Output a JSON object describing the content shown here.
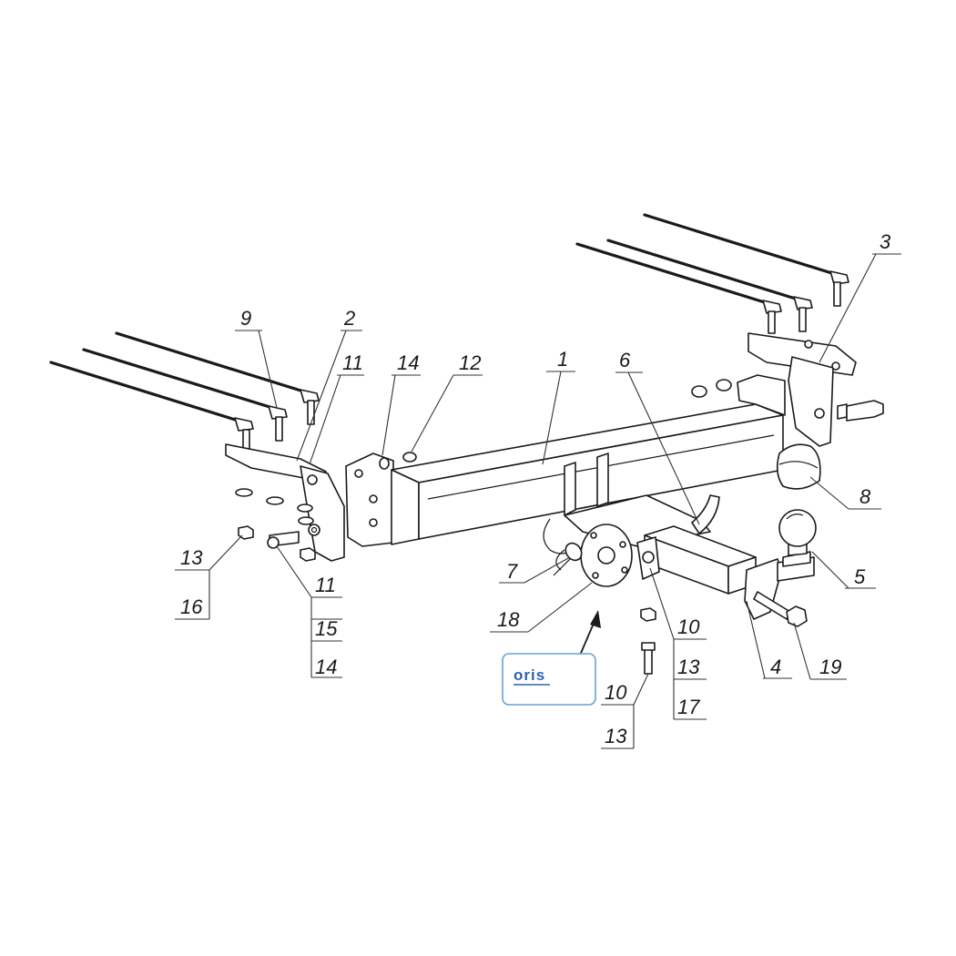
{
  "diagram": {
    "labels": {
      "l1": "1",
      "l2": "2",
      "l3": "3",
      "l4": "4",
      "l5": "5",
      "l6": "6",
      "l7": "7",
      "l8": "8",
      "l9": "9",
      "l10a": "10",
      "l10b": "10",
      "l11a": "11",
      "l11b": "11",
      "l12": "12",
      "l13a": "13",
      "l13b": "13",
      "l13c": "13",
      "l14a": "14",
      "l14b": "14",
      "l15": "15",
      "l16": "16",
      "l17": "17",
      "l18": "18",
      "l19": "19"
    },
    "logo": {
      "text": "oris"
    },
    "colors": {
      "line": "#1a1a1a",
      "logo_border": "#6a9fd8",
      "logo_text": "#2a63b2"
    }
  }
}
